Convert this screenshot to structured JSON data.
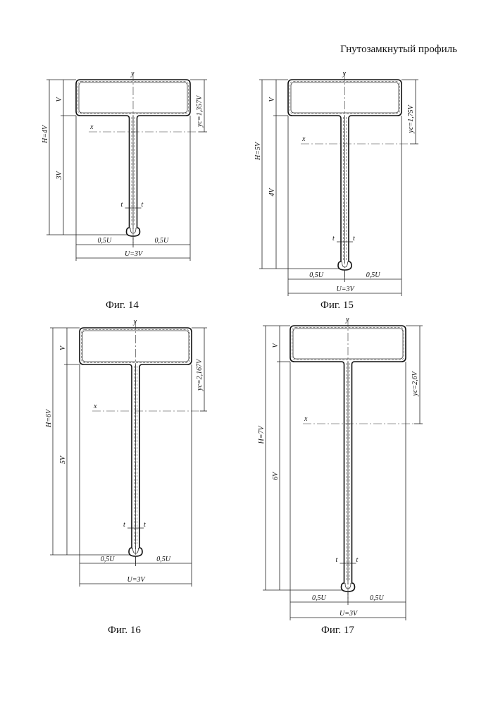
{
  "header": {
    "title": "Гнутозамкнутый профиль"
  },
  "figures": [
    {
      "caption": "Фиг. 14",
      "h_label": "H=4V",
      "flange_label": "V",
      "web_label": "3V",
      "yc_label": "yc=1,357V",
      "x_axis": "x",
      "y_axis": "y",
      "t_left": "t",
      "t_right": "t",
      "half_left": "0,5U",
      "half_right": "0,5U",
      "u_label": "U=3V"
    },
    {
      "caption": "Фиг. 15",
      "h_label": "H=5V",
      "flange_label": "V",
      "web_label": "4V",
      "yc_label": "yc=1,75V",
      "x_axis": "x",
      "y_axis": "y",
      "t_left": "t",
      "t_right": "t",
      "half_left": "0,5U",
      "half_right": "0,5U",
      "u_label": "U=3V"
    },
    {
      "caption": "Фиг. 16",
      "h_label": "H=6V",
      "flange_label": "V",
      "web_label": "5V",
      "yc_label": "yc=2,167V",
      "x_axis": "x",
      "y_axis": "y",
      "t_left": "t",
      "t_right": "t",
      "half_left": "0,5U",
      "half_right": "0,5U",
      "u_label": "U=3V"
    },
    {
      "caption": "Фиг. 17",
      "h_label": "H=7V",
      "flange_label": "V",
      "web_label": "6V",
      "yc_label": "yc=2,6V",
      "x_axis": "x",
      "y_axis": "y",
      "t_left": "t",
      "t_right": "t",
      "half_left": "0,5U",
      "half_right": "0,5U",
      "u_label": "U=3V"
    }
  ]
}
